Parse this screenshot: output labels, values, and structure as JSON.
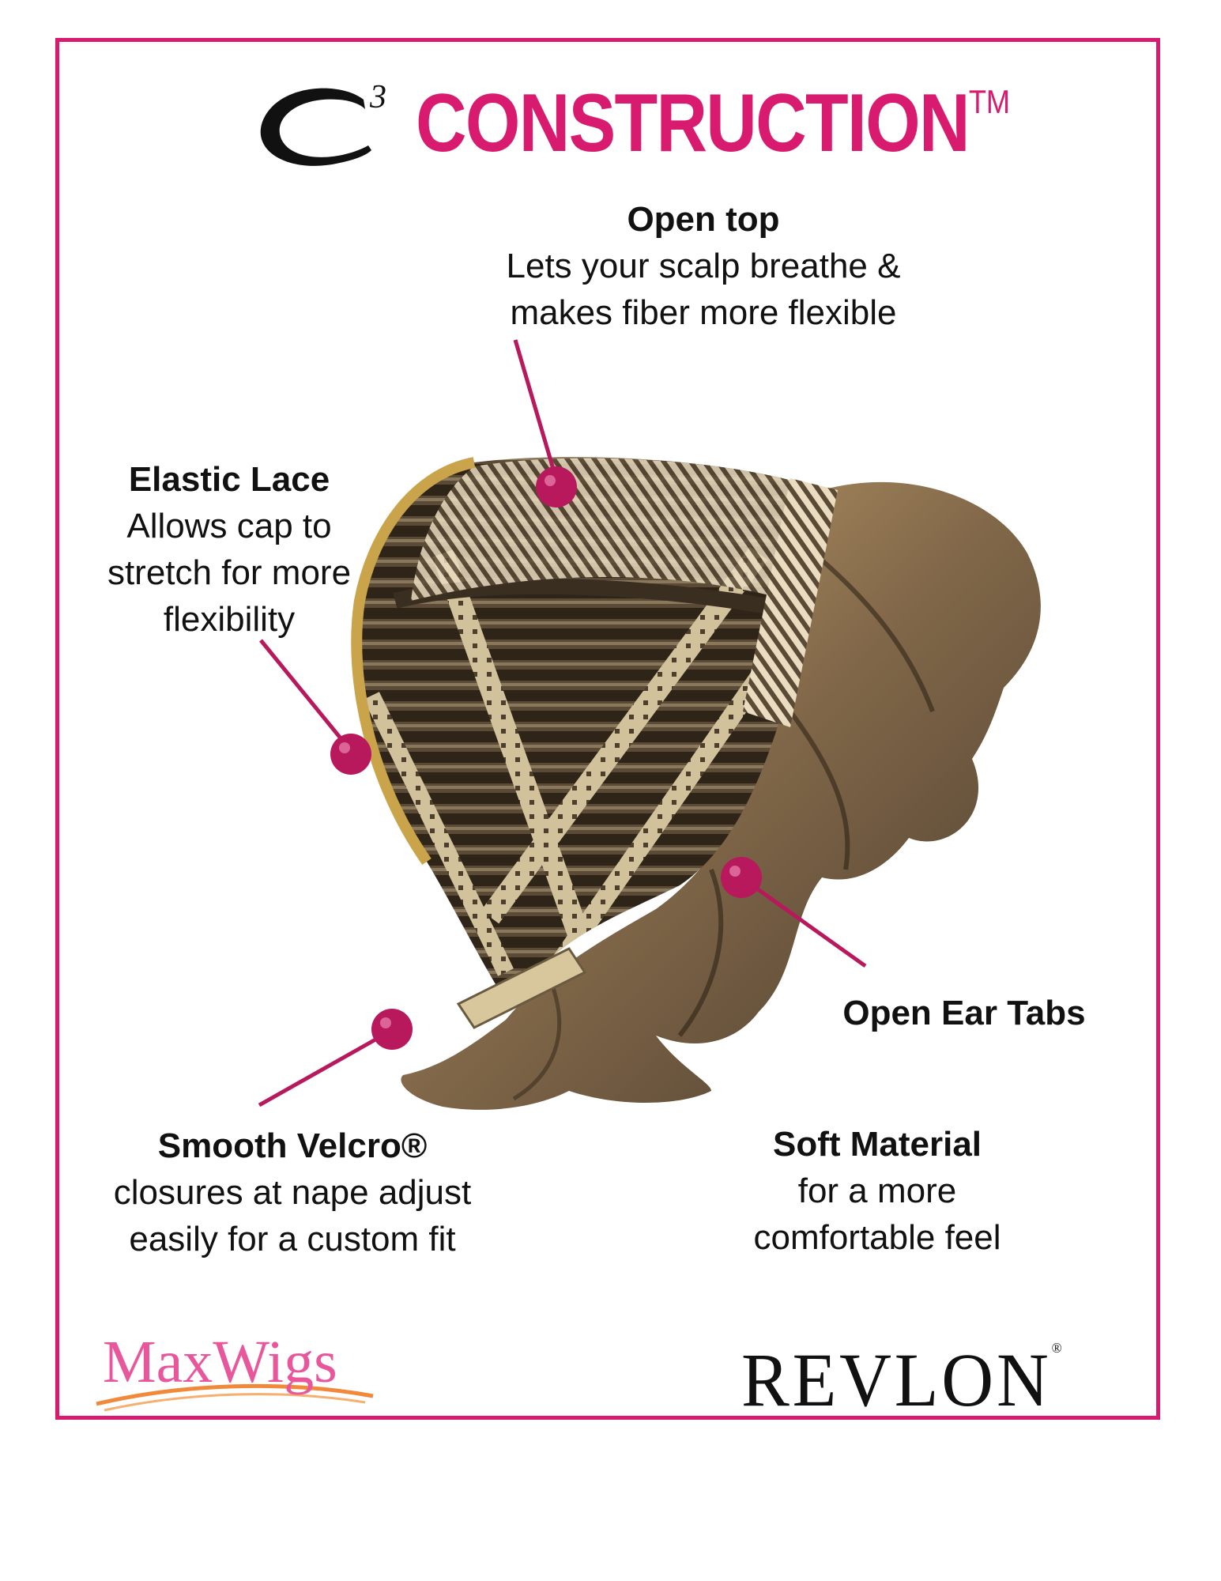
{
  "title": {
    "logo": "C",
    "logo_superscript": "3",
    "text": "CONSTRUCTION",
    "trademark": "TM"
  },
  "callouts": {
    "open_top": {
      "heading": "Open top",
      "lines": [
        "Lets your scalp breathe &",
        "makes fiber more flexible"
      ]
    },
    "elastic_lace": {
      "heading": "Elastic Lace",
      "lines": [
        "Allows cap to",
        "stretch for more",
        "flexibility"
      ]
    },
    "open_ear_tabs": {
      "heading": "Open Ear Tabs"
    },
    "smooth_velcro": {
      "heading": "Smooth Velcro®",
      "lines": [
        "closures at nape adjust",
        "easily for a custom fit"
      ]
    },
    "soft_material": {
      "heading": "Soft Material",
      "lines": [
        "for a more",
        "comfortable feel"
      ]
    }
  },
  "brands": {
    "maxwigs": "MaxWigs",
    "revlon": "REVLON",
    "revlon_mark": "®"
  },
  "colors": {
    "accent": "#d81b6e",
    "pointer": "#b8185c",
    "hair_dark": "#4a3a2a",
    "hair_light": "#c9a66b",
    "cap_tan": "#c8b48a",
    "maxwigs_pink": "#e8579b",
    "maxwigs_swoosh": "#f08a3a"
  }
}
